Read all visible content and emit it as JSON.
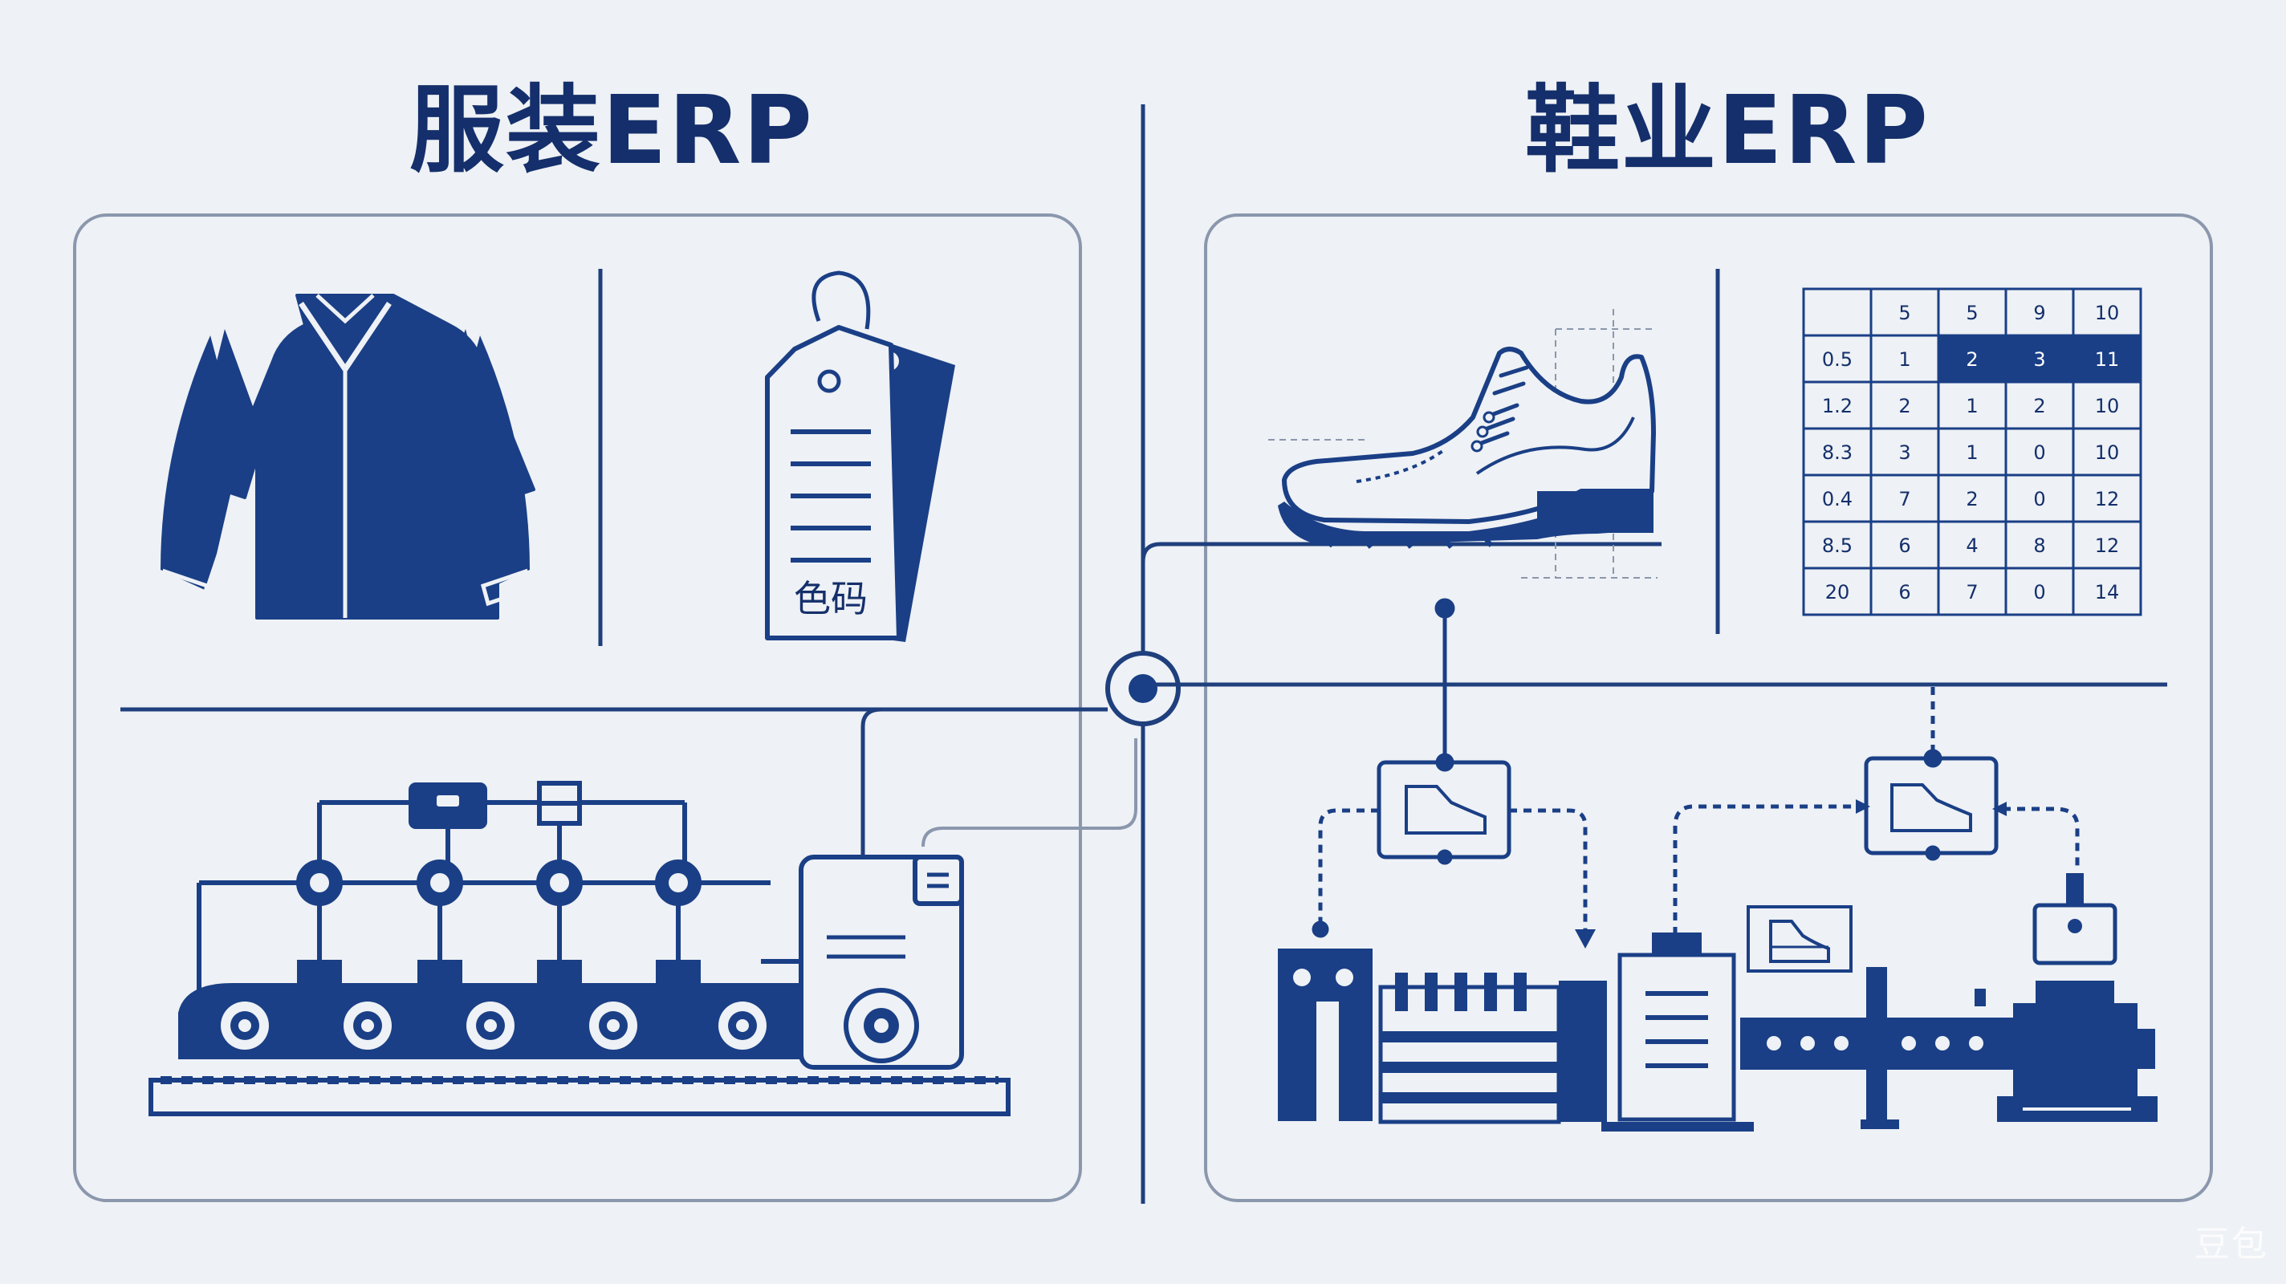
{
  "left": {
    "title": "服装ERP",
    "tag_text": "色码"
  },
  "right": {
    "title": "鞋业ERP",
    "size_table": {
      "rows": [
        [
          "",
          "5",
          "5",
          "9",
          "10"
        ],
        [
          "0.5",
          "1",
          "2",
          "3",
          "11"
        ],
        [
          "1.2",
          "2",
          "1",
          "2",
          "10"
        ],
        [
          "8.3",
          "3",
          "1",
          "0",
          "10"
        ],
        [
          "0.4",
          "7",
          "2",
          "0",
          "12"
        ],
        [
          "8.5",
          "6",
          "4",
          "8",
          "12"
        ],
        [
          "20",
          "6",
          "7",
          "0",
          "14"
        ]
      ],
      "highlighted_row": 1,
      "highlighted_cols": [
        2,
        3,
        4
      ]
    }
  },
  "watermark": "豆包",
  "colors": {
    "background": "#eef1f5",
    "accent": "#1a3f86",
    "dark": "#142f6b",
    "panel_border": "#8a97ad",
    "line": "#1f3f7d"
  }
}
